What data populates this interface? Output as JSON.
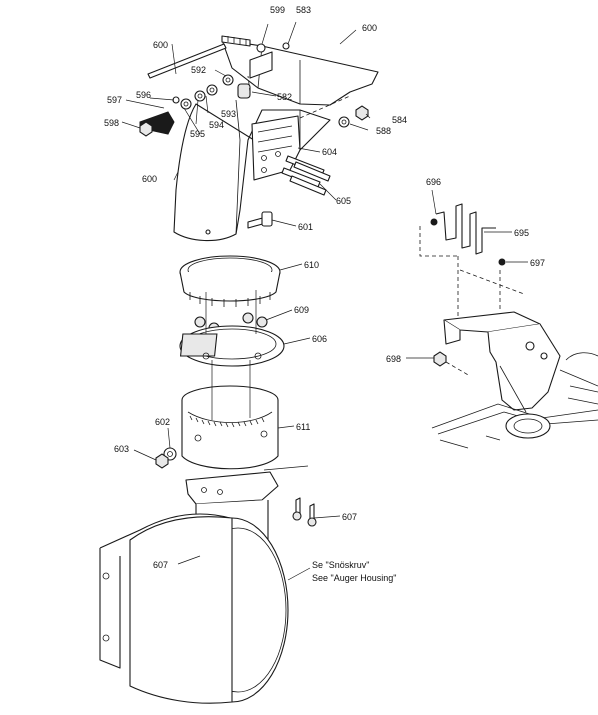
{
  "callouts": {
    "c599": "599",
    "c583": "583",
    "c600a": "600",
    "c600b": "600",
    "c600c": "600",
    "c592": "592",
    "c582": "582",
    "c597": "597",
    "c596": "596",
    "c593": "593",
    "c594": "594",
    "c595": "595",
    "c598": "598",
    "c584": "584",
    "c588": "588",
    "c604": "604",
    "c605": "605",
    "c601": "601",
    "c610": "610",
    "c609": "609",
    "c606": "606",
    "c611": "611",
    "c602": "602",
    "c603": "603",
    "c607a": "607",
    "c607b": "607",
    "c696": "696",
    "c695": "695",
    "c697": "697",
    "c698": "698"
  },
  "notes": {
    "see_line1": "Se \"Snöskruv\"",
    "see_line2": "See \"Auger Housing\""
  }
}
